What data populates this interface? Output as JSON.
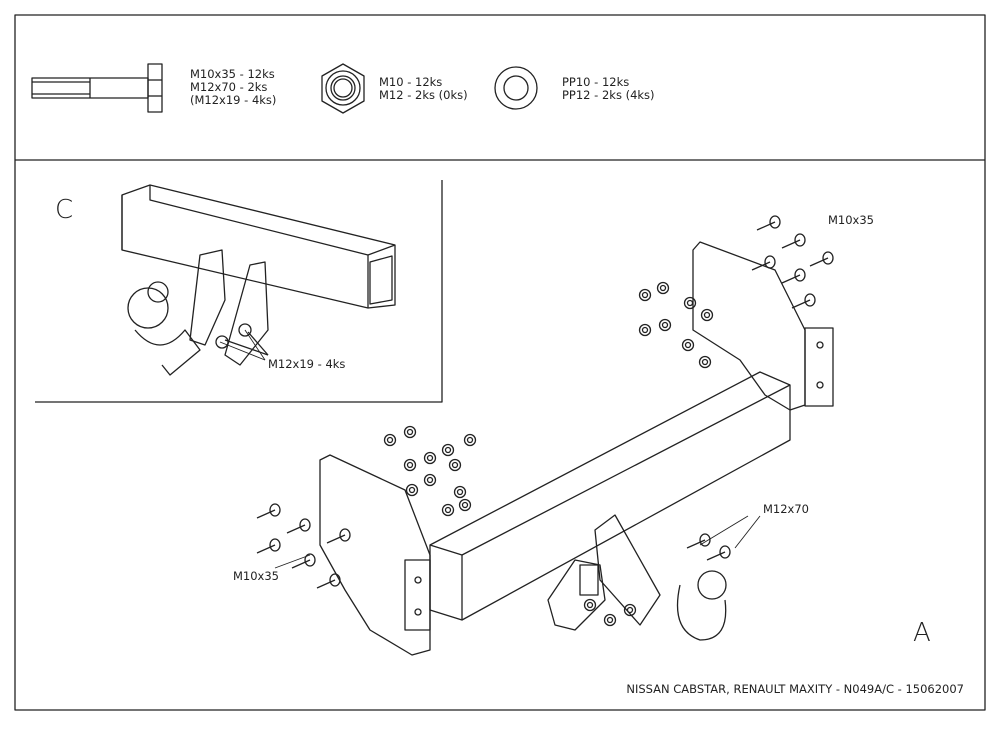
{
  "parts_list": {
    "bolt": {
      "icon": "bolt-icon",
      "lines": [
        "M10x35 - 12ks",
        "M12x70 - 2ks",
        "(M12x19 - 4ks)"
      ]
    },
    "nut": {
      "icon": "hex-nut-icon",
      "lines": [
        "M10 - 12ks",
        "M12 - 2ks (0ks)"
      ]
    },
    "washer": {
      "icon": "washer-icon",
      "lines": [
        "PP10 - 12ks",
        "PP12 - 2ks (4ks)"
      ]
    }
  },
  "detail_c": {
    "view_label": "C",
    "callout": "M12x19 - 4ks"
  },
  "main_view": {
    "view_label": "A",
    "callout_top_right": "M10x35",
    "callout_left": "M10x35",
    "callout_ball": "M12x70"
  },
  "footer": {
    "title": "NISSAN CABSTAR, RENAULT MAXITY - N049A/C - 15062007"
  }
}
